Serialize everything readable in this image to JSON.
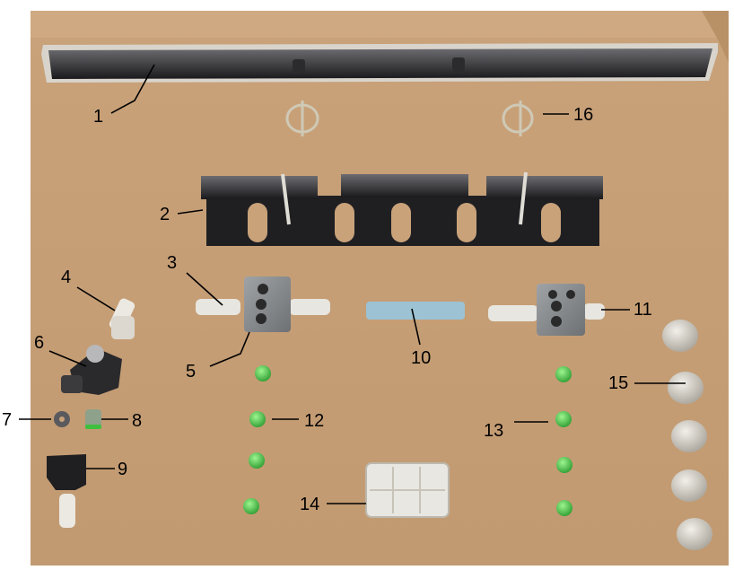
{
  "photo": {
    "background_color": "#c9a27a",
    "bar_color": "#1e1d1f",
    "fitting_green": "#3fbf3f",
    "block_gray": "#8a8d90",
    "nylon_white": "#e8e6e0",
    "tube_blue": "#9cc2d4"
  },
  "callouts": [
    "1",
    "2",
    "3",
    "4",
    "5",
    "6",
    "7",
    "8",
    "9",
    "10",
    "11",
    "12",
    "13",
    "14",
    "15",
    "16"
  ]
}
